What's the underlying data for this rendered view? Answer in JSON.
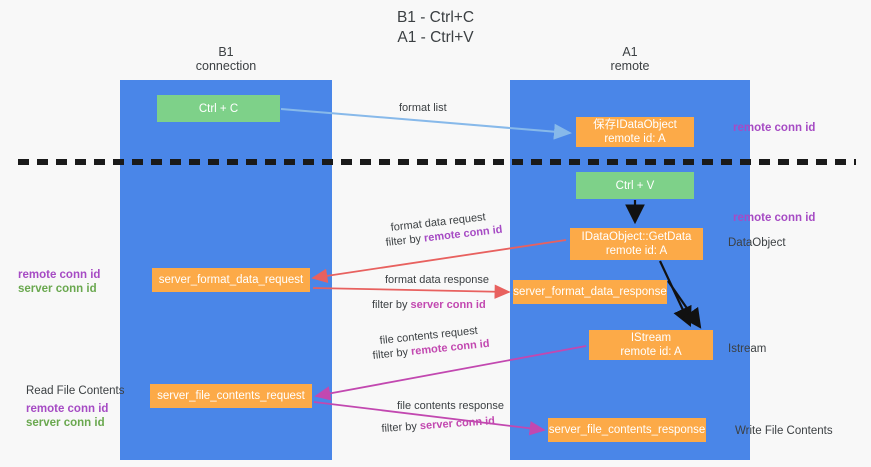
{
  "title": "B1 - Ctrl+C\nA1 - Ctrl+V",
  "columns": {
    "left": "B1\nconnection",
    "right": "A1\nremote"
  },
  "boxes": {
    "ctrl_c": {
      "label": "Ctrl + C",
      "color": "#7ed189"
    },
    "save_dataobject": {
      "line1": "保存IDataObject",
      "line2": "remote id: A",
      "color": "#fcaa48"
    },
    "ctrl_v": {
      "label": "Ctrl + V",
      "color": "#7ed189"
    },
    "getdata": {
      "line1": "IDataObject::GetData",
      "line2": "remote id: A",
      "color": "#fcaa48"
    },
    "server_format_data_request": {
      "label": "server_format_data_request",
      "color": "#fcaa48"
    },
    "server_format_data_response": {
      "label": "server_format_data_response",
      "color": "#fcaa48"
    },
    "istream": {
      "line1": "IStream",
      "line2": "remote id: A",
      "color": "#fcaa48"
    },
    "server_file_contents_request": {
      "label": "server_file_contents_request",
      "color": "#fcaa48"
    },
    "server_file_contents_response": {
      "label": "server_file_contents_response",
      "color": "#fcaa48"
    }
  },
  "edge_labels": {
    "format_list": "format list",
    "format_data_request": "format data request",
    "format_data_request_filter_prefix": "filter by ",
    "format_data_request_filter_key": "remote conn id",
    "format_data_response": "format data response",
    "format_data_response_filter_prefix": "filter by ",
    "format_data_response_filter_key": "server conn id",
    "file_contents_request": "file contents request",
    "file_contents_request_filter_prefix": "filter by ",
    "file_contents_request_filter_key": "remote conn id",
    "file_contents_response": "file contents response",
    "file_contents_response_filter_prefix": "filter by ",
    "file_contents_response_filter_key": "server conn id"
  },
  "notes": {
    "remote_conn_id_top": "remote conn id",
    "remote_conn_id_mid": "remote conn id",
    "dataobject": "DataObject",
    "istream": "Istream",
    "write_file_contents": "Write File Contents",
    "read_file_contents": "Read File Contents",
    "left_remote_conn_id": "remote conn id",
    "left_server_conn_id": "server conn id",
    "left_bottom_remote_conn_id": "remote conn id",
    "left_bottom_server_conn_id": "server conn id"
  },
  "colors": {
    "lane": "#4a86e8",
    "green_box": "#7ed189",
    "orange_box": "#fcaa48",
    "purple_text": "#a64bc4",
    "green_text": "#6aa84f",
    "magenta_text": "#c248b0",
    "red_arrow": "#e8615f",
    "blue_arrow": "#87b9ea",
    "black_arrow": "#000000",
    "divider": "#1a1a1a"
  }
}
